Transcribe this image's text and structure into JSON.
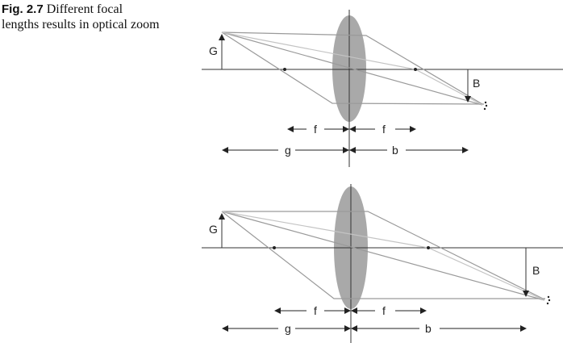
{
  "caption": {
    "fig_label": "Fig. 2.7",
    "text": "Different focal lengths results in optical zoom"
  },
  "colors": {
    "lens": "#a9a9a9",
    "axis": "#333333",
    "ray": "#9a9a9a",
    "arrow": "#222222"
  },
  "diagrams": [
    {
      "object_label": "G",
      "image_label": "B",
      "focal_left_label": "f",
      "focal_right_label": "f",
      "object_distance_label": "g",
      "image_distance_label": "b"
    },
    {
      "object_label": "G",
      "image_label": "B",
      "focal_left_label": "f",
      "focal_right_label": "f",
      "object_distance_label": "g",
      "image_distance_label": "b"
    }
  ]
}
